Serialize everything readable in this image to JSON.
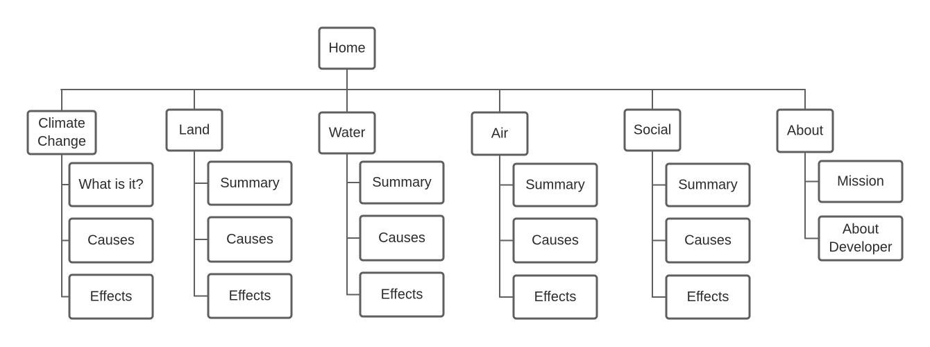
{
  "root": {
    "label": "Home"
  },
  "sections": [
    {
      "label": [
        "Climate",
        "Change"
      ],
      "children": [
        [
          "What is it?"
        ],
        [
          "Causes"
        ],
        [
          "Effects"
        ]
      ]
    },
    {
      "label": [
        "Land"
      ],
      "children": [
        [
          "Summary"
        ],
        [
          "Causes"
        ],
        [
          "Effects"
        ]
      ]
    },
    {
      "label": [
        "Water"
      ],
      "children": [
        [
          "Summary"
        ],
        [
          "Causes"
        ],
        [
          "Effects"
        ]
      ]
    },
    {
      "label": [
        "Air"
      ],
      "children": [
        [
          "Summary"
        ],
        [
          "Causes"
        ],
        [
          "Effects"
        ]
      ]
    },
    {
      "label": [
        "Social"
      ],
      "children": [
        [
          "Summary"
        ],
        [
          "Causes"
        ],
        [
          "Effects"
        ]
      ]
    },
    {
      "label": [
        "About"
      ],
      "children": [
        [
          "Mission"
        ],
        [
          "About",
          "Developer"
        ]
      ]
    }
  ],
  "colors": {
    "stroke": "#5f5f5f",
    "text": "#2b2b2b",
    "box_fill": "#ffffff"
  }
}
